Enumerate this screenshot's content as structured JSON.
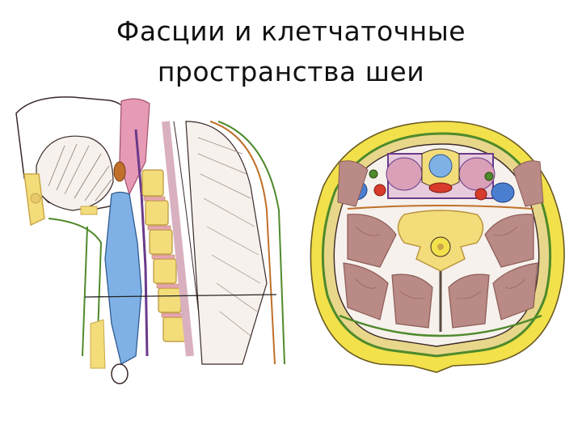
{
  "slide": {
    "title_line1": "Фасции и клетчаточные",
    "title_line2": "пространства шеи"
  },
  "colors": {
    "skin_fat": "#f2e14b",
    "fascia": "#4f8a2c",
    "muscle": "#b98a86",
    "muscle_dark": "#8e5b57",
    "bone": "#f3dc7a",
    "bone_dark": "#c9a84a",
    "thyroid": "#d9a0b8",
    "pharynx_pink": "#e79ab6",
    "airway_blue": "#7fb1e6",
    "vein_blue": "#4a7fd0",
    "artery_red": "#d83b2b",
    "outline": "#3b2a2a"
  },
  "figures": {
    "left": "sagittal-section-of-neck",
    "right": "transverse-section-of-neck"
  }
}
